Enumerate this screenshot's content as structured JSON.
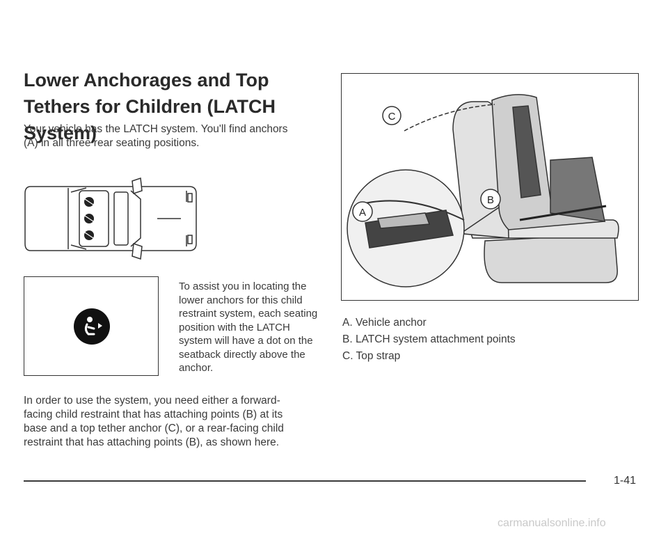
{
  "heading": "Lower Anchorages and Top Tethers for Children (LATCH System)",
  "intro": "Your vehicle has the LATCH system. You'll find anchors (A) in all three rear seating positions.",
  "assist": "To assist you in locating the lower anchors for this child restraint system, each seating position with the LATCH system will have a dot on the seatback directly above the anchor.",
  "usage": "In order to use the system, you need either a forward-facing child restraint that has attaching points (B) at its base and a top tether anchor (C), or a rear-facing child restraint that has attaching points (B), as shown here.",
  "figure": {
    "callouts": {
      "a": "A",
      "b": "B",
      "c": "C"
    },
    "legend": [
      "A. Vehicle anchor",
      "B. LATCH system attachment points",
      "C. Top strap"
    ]
  },
  "page_number": "1-41",
  "watermark": "carmanualsonline.info"
}
